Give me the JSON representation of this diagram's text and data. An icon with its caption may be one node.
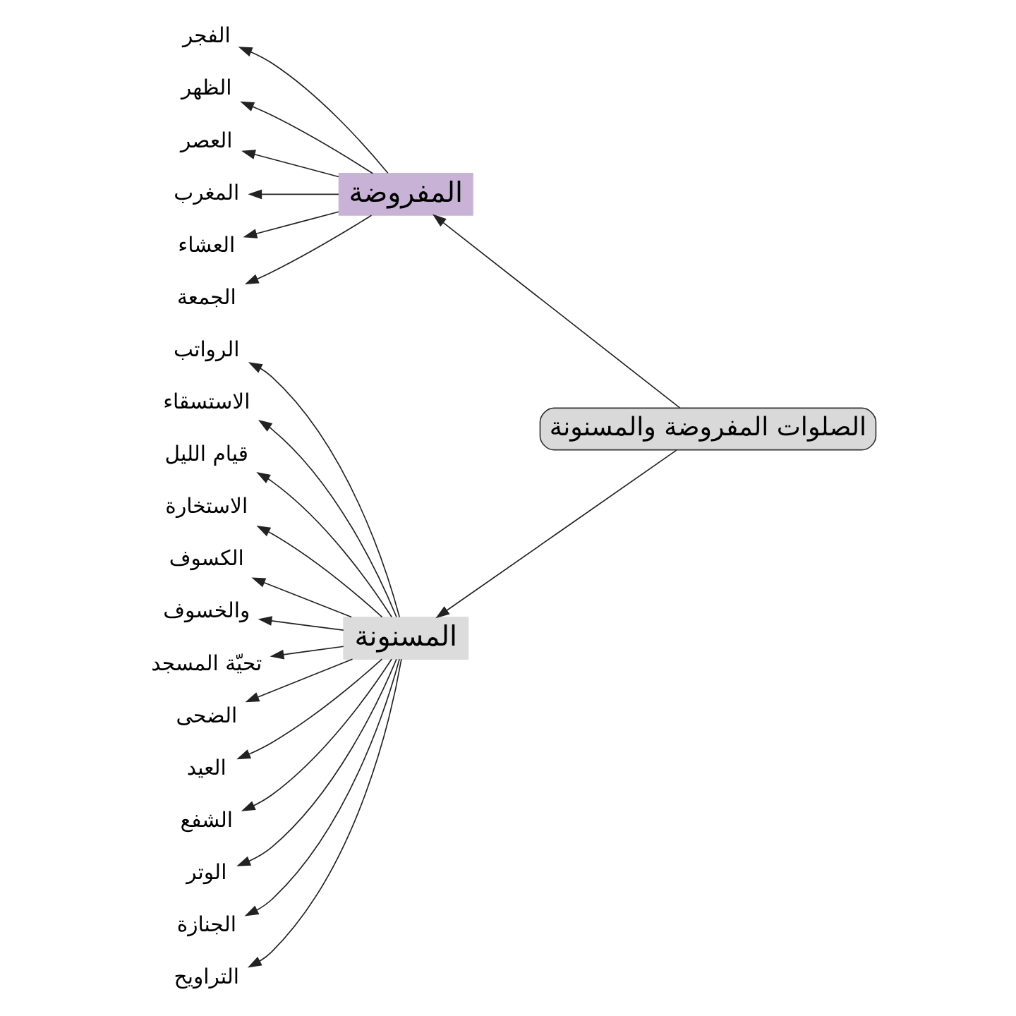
{
  "diagram": {
    "nodes": [
      {
        "text": [
          "الصلوات المفروضة والمسنونة"
        ]
      },
      {
        "text": [
          "المفروضة"
        ]
      },
      {
        "text": [
          "المسنونة"
        ]
      },
      {
        "text": [
          "الفجر"
        ]
      },
      {
        "text": [
          "الظهر"
        ]
      },
      {
        "text": [
          "العصر"
        ]
      },
      {
        "text": [
          "المغرب"
        ]
      },
      {
        "text": [
          "العشاء"
        ]
      },
      {
        "text": [
          "الجمعة"
        ]
      },
      {
        "text": [
          "الرواتب"
        ]
      },
      {
        "text": [
          "الاستسقاء"
        ]
      },
      {
        "text": [
          "قيام الليل"
        ]
      },
      {
        "text": [
          "الاستخارة"
        ]
      },
      {
        "text": [
          "الكسوف"
        ]
      },
      {
        "text": [
          "والخسوف"
        ]
      },
      {
        "text": [
          "تحيّة المسجد"
        ]
      },
      {
        "text": [
          "الضحى"
        ]
      },
      {
        "text": [
          "العيد"
        ]
      },
      {
        "text": [
          "الشفع"
        ]
      },
      {
        "text": [
          "الوتر"
        ]
      },
      {
        "text": [
          "الجنازة"
        ]
      },
      {
        "text": [
          "التراويح"
        ]
      }
    ],
    "edges": [
      {
        "from": 0,
        "to": 1,
        "arrow": "to"
      },
      {
        "from": 0,
        "to": 2,
        "arrow": "to"
      },
      {
        "from": 1,
        "to": 3,
        "arrow": "to"
      },
      {
        "from": 1,
        "to": 4,
        "arrow": "to"
      },
      {
        "from": 1,
        "to": 5,
        "arrow": "to"
      },
      {
        "from": 1,
        "to": 6,
        "arrow": "to"
      },
      {
        "from": 1,
        "to": 7,
        "arrow": "to"
      },
      {
        "from": 1,
        "to": 8,
        "arrow": "to"
      },
      {
        "from": 2,
        "to": 9,
        "arrow": "to"
      },
      {
        "from": 2,
        "to": 10,
        "arrow": "to"
      },
      {
        "from": 2,
        "to": 11,
        "arrow": "to"
      },
      {
        "from": 2,
        "to": 12,
        "arrow": "to"
      },
      {
        "from": 2,
        "to": 13,
        "arrow": "to"
      },
      {
        "from": 2,
        "to": 14,
        "arrow": "to"
      },
      {
        "from": 2,
        "to": 15,
        "arrow": "to"
      },
      {
        "from": 2,
        "to": 16,
        "arrow": "to"
      },
      {
        "from": 2,
        "to": 17,
        "arrow": "to"
      },
      {
        "from": 2,
        "to": 18,
        "arrow": "to"
      },
      {
        "from": 2,
        "to": 19,
        "arrow": "to"
      },
      {
        "from": 2,
        "to": 20,
        "arrow": "to"
      },
      {
        "from": 2,
        "to": 21,
        "arrow": "to"
      }
    ]
  }
}
